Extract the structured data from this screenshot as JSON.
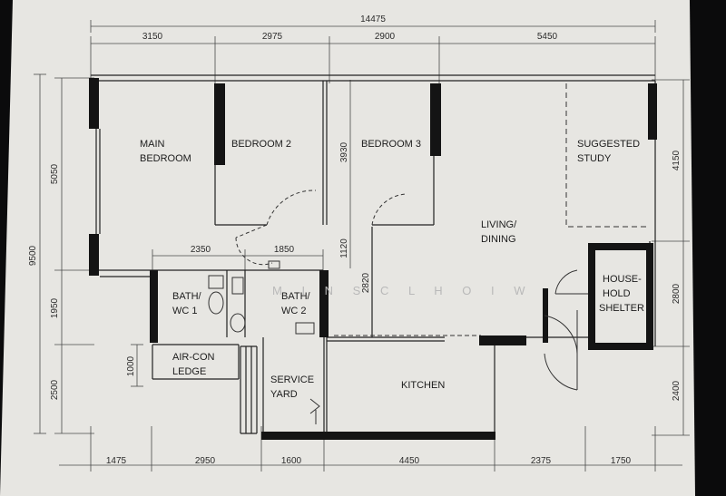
{
  "plan": {
    "overall_width": "14475",
    "overall_height": "9500",
    "top_dims": [
      "3150",
      "2975",
      "2900",
      "5450"
    ],
    "bottom_dims": [
      "1475",
      "2950",
      "1600",
      "4450",
      "2375",
      "1750"
    ],
    "left_dims": [
      "5050",
      "1950",
      "2500"
    ],
    "right_dims": [
      "4150",
      "2800",
      "2400"
    ],
    "inner_dims": {
      "bath_span_1": "2350",
      "bath_span_2": "1850",
      "bedroom3_depth": "3930",
      "corridor_1120": "1120",
      "corridor_2820": "2820",
      "aircon_depth": "1000"
    },
    "watermark": "M I N S C L H O I W"
  },
  "rooms": {
    "main_bedroom": [
      "MAIN",
      "BEDROOM"
    ],
    "bedroom2": "BEDROOM 2",
    "bedroom3": "BEDROOM 3",
    "suggested_study": [
      "SUGGESTED",
      "STUDY"
    ],
    "living_dining": [
      "LIVING/",
      "DINING"
    ],
    "household_shelter": [
      "HOUSE-",
      "HOLD",
      "SHELTER"
    ],
    "bath1": [
      "BATH/",
      "WC 1"
    ],
    "bath2": [
      "BATH/",
      "WC 2"
    ],
    "aircon_ledge": [
      "AIR-CON",
      "LEDGE"
    ],
    "service_yard": [
      "SERVICE",
      "YARD"
    ],
    "kitchen": "KITCHEN"
  },
  "colors": {
    "paper": "#e7e6e2",
    "ink": "#141414",
    "line": "#4a4a4a",
    "background": "#0b0b0c"
  }
}
